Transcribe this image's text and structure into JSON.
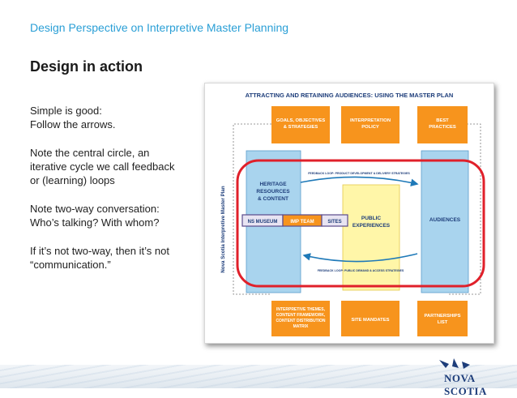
{
  "slide": {
    "header": "Design Perspective on Interpretive Master Planning",
    "title": "Design in action",
    "bullets": [
      "Simple is good:\nFollow the arrows.",
      "Note the central circle, an\niterative cycle we call feedback\nor (learning) loops",
      "Note two-way conversation:\nWho’s talking? With whom?",
      "If it’s not two-way, then it’s not\n“communication.”"
    ]
  },
  "diagram": {
    "title": "ATTRACTING AND RETAINING AUDIENCES: USING THE MASTER PLAN",
    "side_label": "Nova Scotia Interpretive Master Plan",
    "top_boxes": [
      [
        "GOALS, OBJECTIVES",
        "& STRATEGIES"
      ],
      [
        "INTERPRETATION",
        "POLICY"
      ],
      [
        "BEST",
        "PRACTICES"
      ]
    ],
    "heritage": [
      "HERITAGE",
      "RESOURCES",
      "& CONTENT"
    ],
    "audiences": "AUDIENCES",
    "public": [
      "PUBLIC",
      "EXPERIENCES"
    ],
    "row": [
      "NS MUSEUM",
      "IMP TEAM",
      "SITES"
    ],
    "arrow_top": "FEEDBACK LOOP: PRODUCT DEVELOPMENT & DELIVERY STRATEGIES",
    "arrow_bottom": "FEEDBACK LOOP: PUBLIC DEMAND & ACCESS STRATEGIES",
    "bottom_boxes": [
      [
        "INTERPRETIVE THEMES,",
        "CONTENT FRAMEWORK,",
        "CONTENT DISTRIBUTION",
        "MATRIX"
      ],
      [
        "SITE MANDATES"
      ],
      [
        "PARTNERSHIPS",
        "LIST"
      ]
    ]
  },
  "logo": {
    "text": "NOVA SCOTIA"
  },
  "colors": {
    "header": "#2a9fd6",
    "orange": "#f7941d",
    "blue_column": "#a9d4ee",
    "yellow": "#fff6a8",
    "loop_red": "#e0202a",
    "arrow_blue": "#1e79b8",
    "navy": "#1d3d7a"
  }
}
